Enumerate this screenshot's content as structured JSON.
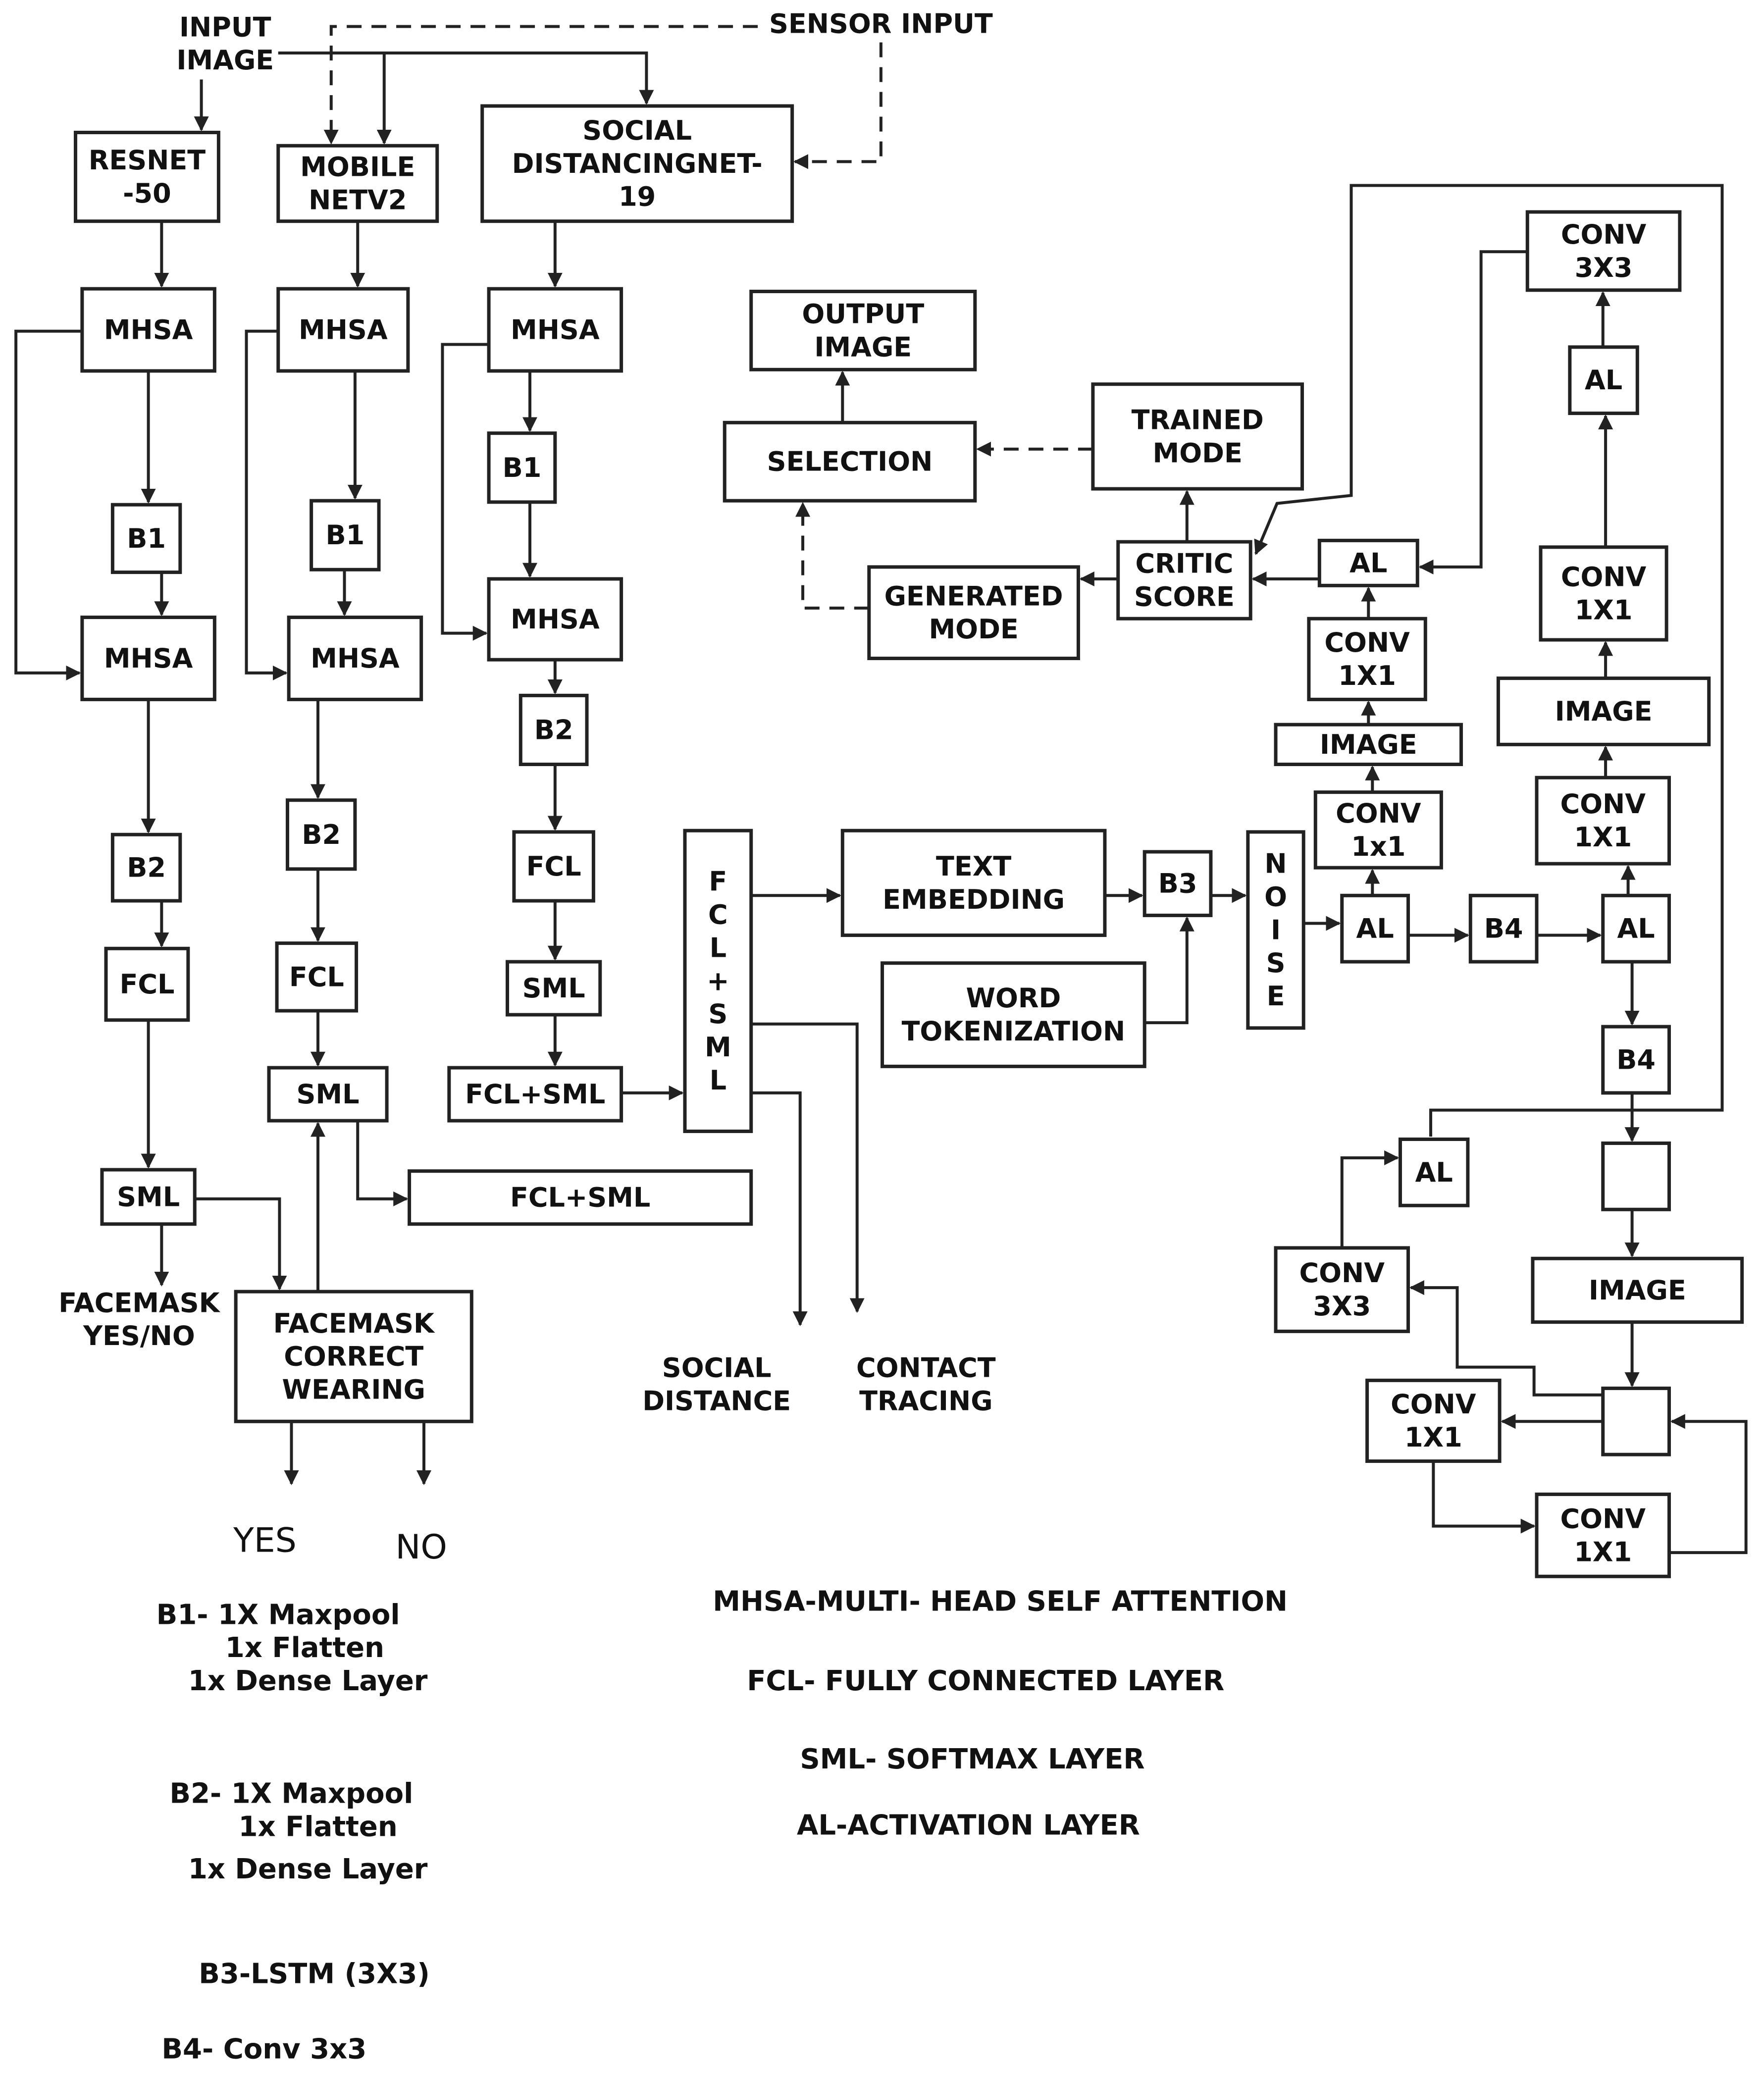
{
  "inputs": {
    "input_image": [
      "INPUT",
      "IMAGE"
    ],
    "sensor_input": "SENSOR INPUT"
  },
  "nodes": {
    "resnet": [
      "RESNET",
      "-50"
    ],
    "mobilenet": [
      "MOBILE",
      "NETV2"
    ],
    "sdnet": [
      "SOCIAL",
      "DISTANCINGNET-",
      "19"
    ],
    "mhsa": "MHSA",
    "b1": "B1",
    "b2": "B2",
    "b3": "B3",
    "b4": "B4",
    "fcl": "FCL",
    "sml": "SML",
    "fcl_sml": "FCL+SML",
    "fcl_sml_vertical": [
      "F",
      "C",
      "L",
      "+",
      "S",
      "M",
      "L"
    ],
    "text_embedding": [
      "TEXT",
      "EMBEDDING"
    ],
    "word_tokenization": [
      "WORD",
      "TOKENIZATION"
    ],
    "noise_vertical": [
      "N",
      "O",
      "I",
      "S",
      "E"
    ],
    "al": "AL",
    "image": "IMAGE",
    "conv1x1_upper": [
      "CONV",
      "1X1"
    ],
    "conv1x1_lower": [
      "CONV",
      "1x1"
    ],
    "conv3x3": [
      "CONV",
      "3X3"
    ],
    "critic_score": [
      "CRITIC",
      "SCORE"
    ],
    "trained_mode": [
      "TRAINED",
      "MODE"
    ],
    "generated_mode": [
      "GENERATED",
      "MODE"
    ],
    "selection": "SELECTION",
    "output_image": [
      "OUTPUT",
      "IMAGE"
    ],
    "facemask_correct": [
      "FACEMASK",
      "CORRECT",
      "WEARING"
    ]
  },
  "outputs": {
    "facemask_yes_no": [
      "FACEMASK",
      "YES/NO"
    ],
    "yes": "YES",
    "no": "NO",
    "social_distance": [
      "SOCIAL",
      "DISTANCE"
    ],
    "contact_tracing": [
      "CONTACT",
      "TRACING"
    ]
  },
  "legend": {
    "b1": [
      "B1- 1X Maxpool",
      "1x Flatten",
      "1x Dense Layer"
    ],
    "b2": [
      "B2- 1X Maxpool",
      "1x Flatten",
      "1x Dense Layer"
    ],
    "b3": "B3-LSTM (3X3)",
    "b4": "B4- Conv 3x3",
    "mhsa": "MHSA-MULTI- HEAD SELF ATTENTION",
    "fcl": "FCL- FULLY CONNECTED LAYER",
    "sml": "SML- SOFTMAX LAYER",
    "al": "AL-ACTIVATION LAYER"
  }
}
